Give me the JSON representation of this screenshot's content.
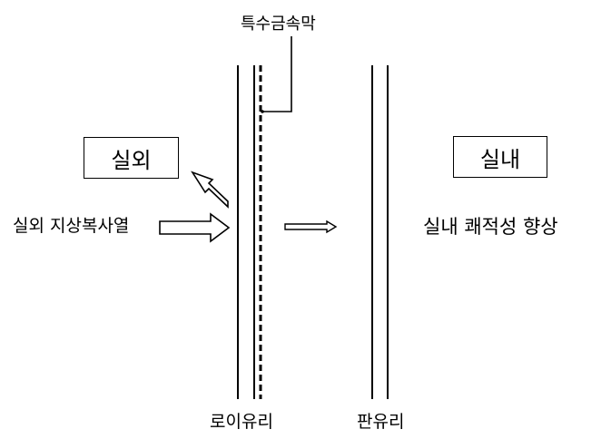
{
  "labels": {
    "metal_film": "특수금속막",
    "outdoor": "실외",
    "indoor": "실내",
    "solar_radiation": "실외 지상복사열",
    "comfort": "실내 쾌적성 향상",
    "low_e_glass": "로이유리",
    "plate_glass": "판유리"
  },
  "colors": {
    "line": "#000000",
    "background": "#ffffff"
  }
}
